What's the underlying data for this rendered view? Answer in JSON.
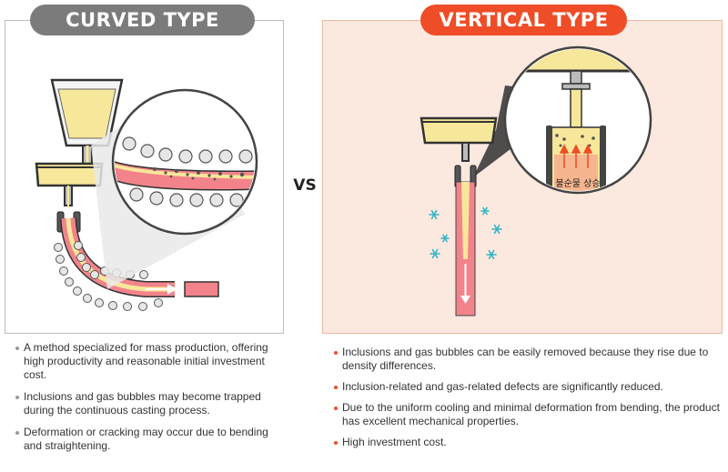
{
  "left": {
    "title": "CURVED TYPE",
    "notes": [
      "A method specialized for mass production, offering high productivity and reasonable initial investment cost.",
      "Inclusions and gas bubbles may become trapped during the continuous casting process.",
      "Deformation or cracking may occur due to bending and straightening."
    ]
  },
  "right": {
    "title": "VERTICAL TYPE",
    "notes": [
      "Inclusions and gas bubbles can be easily removed because they rise due to density differences.",
      "Inclusion-related and gas-related defects are significantly reduced.",
      "Due to the uniform cooling and minimal deformation from bending, the product has excellent mechanical properties.",
      "High investment cost."
    ],
    "zoom_label": "불순물 상승"
  },
  "vs_label": "VS",
  "colors": {
    "curved_accent": "#7b7b7b",
    "vertical_accent": "#ee4d27",
    "vertical_panel_bg": "#fbe8df",
    "molten_steel": "#f7e79a",
    "strand": "#f2838b",
    "cooling_spray": "#34b6c6"
  },
  "icons": [
    "snowflake-icon",
    "arrow-down-icon",
    "arrow-right-icon",
    "arrow-up-icon"
  ]
}
